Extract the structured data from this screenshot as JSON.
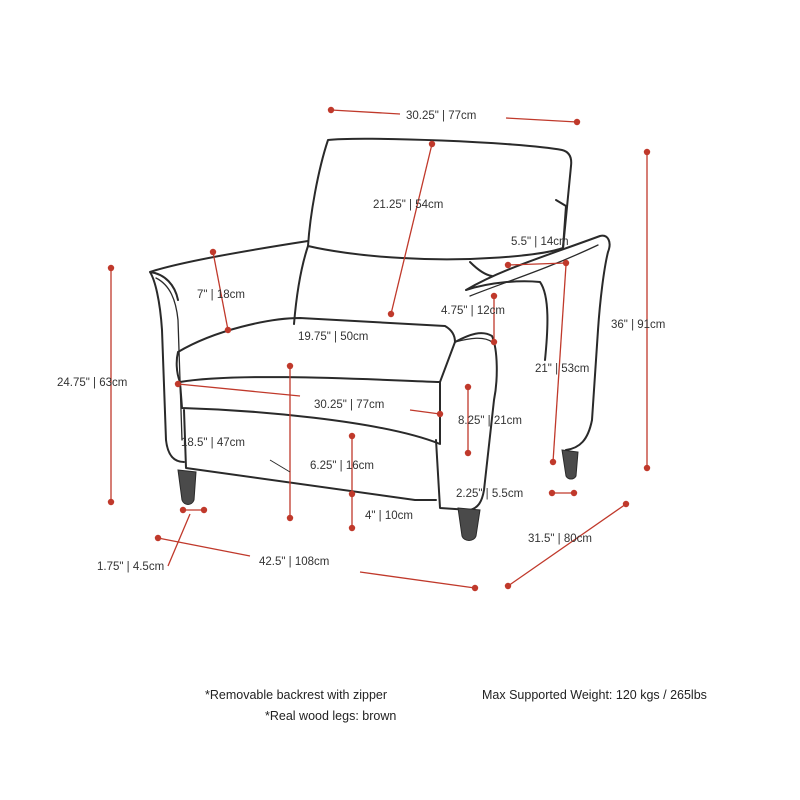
{
  "colors": {
    "dimension": "#c0392b",
    "outline": "#2a2a2a",
    "text": "#333333"
  },
  "dimensions": {
    "back_width": "30.25\" | 77cm",
    "back_height": "21.25\" | 54cm",
    "arm_width": "5.5\" | 14cm",
    "overall_height": "36\" | 91cm",
    "arm_drop": "7\" | 18cm",
    "arm_thickness": "4.75\" | 12cm",
    "seat_depth": "19.75\" | 50cm",
    "arm_height": "21\" | 53cm",
    "arm_floor_height": "24.75\" | 63cm",
    "seat_width": "30.25\" | 77cm",
    "cushion_height": "8.25\" | 21cm",
    "seat_height": "18.5\" | 47cm",
    "seat_frame_height": "6.25\" | 16cm",
    "leg_height": "4\" | 10cm",
    "leg_width": "2.25\" | 5.5cm",
    "leg_inset": "1.75\" | 4.5cm",
    "overall_width": "42.5\" | 108cm",
    "overall_depth": "31.5\" | 80cm"
  },
  "notes": {
    "backrest": "*Removable backrest with zipper",
    "legs": "*Real wood legs: brown",
    "max_weight": "Max Supported Weight: 120 kgs / 265lbs"
  }
}
